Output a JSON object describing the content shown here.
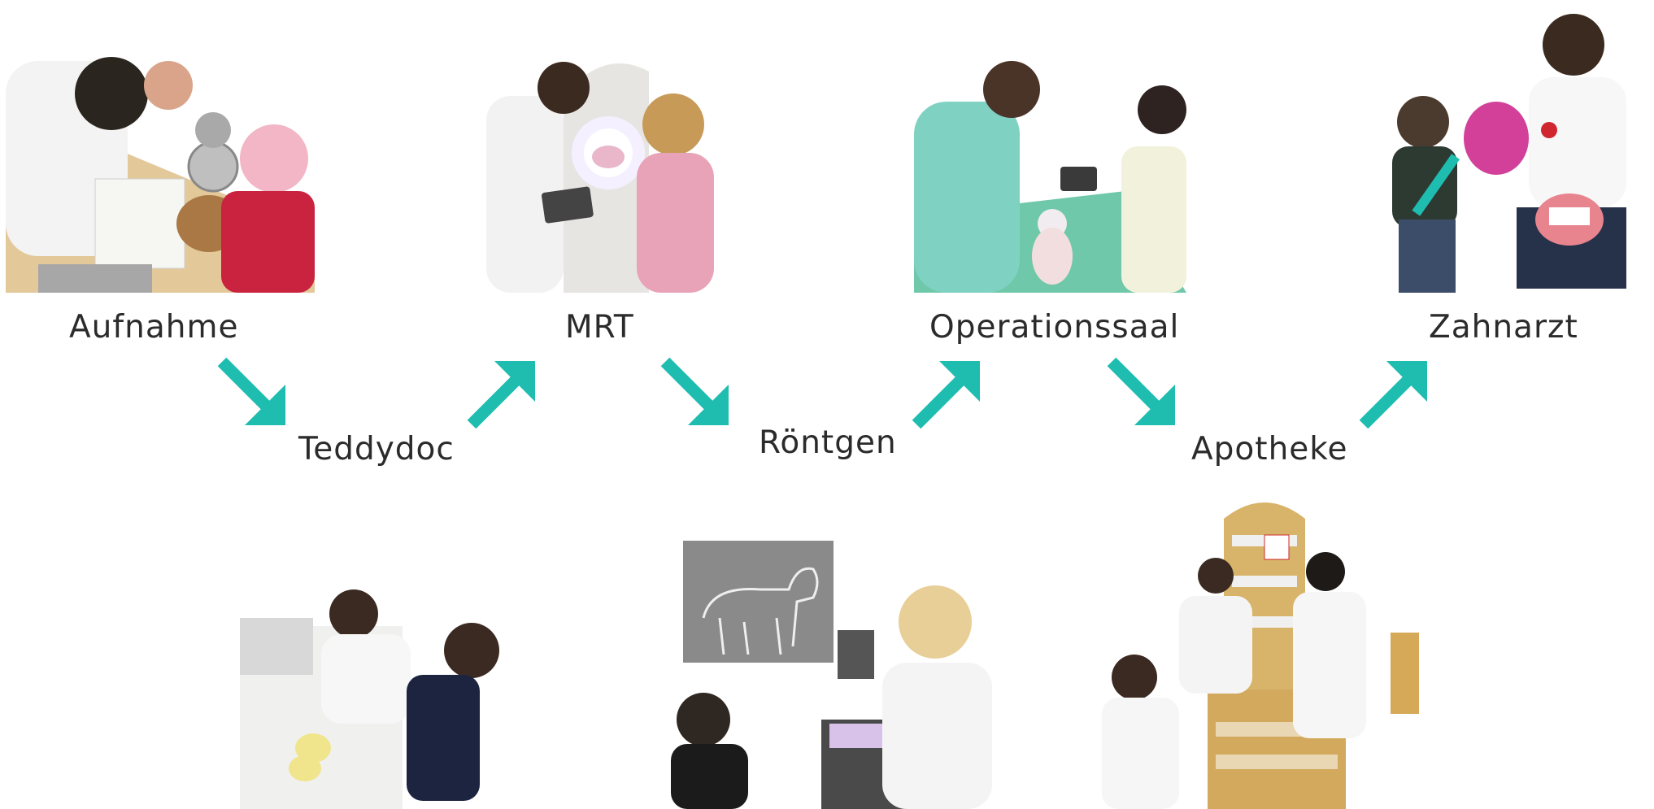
{
  "stations": [
    {
      "id": "aufnahme",
      "label": "Aufnahme"
    },
    {
      "id": "teddydoc",
      "label": "Teddydoc"
    },
    {
      "id": "mrt",
      "label": "MRT"
    },
    {
      "id": "roentgen",
      "label": "Röntgen"
    },
    {
      "id": "operationssaal",
      "label": "Operationssaal"
    },
    {
      "id": "apotheke",
      "label": "Apotheke"
    },
    {
      "id": "zahnarzt",
      "label": "Zahnarzt"
    }
  ],
  "colors": {
    "arrow": "#1ebdb0",
    "text": "#2b2b2b"
  },
  "arrow_icons": [
    "arrow-down-right",
    "arrow-up-right",
    "arrow-down-right",
    "arrow-up-right",
    "arrow-down-right",
    "arrow-up-right"
  ]
}
